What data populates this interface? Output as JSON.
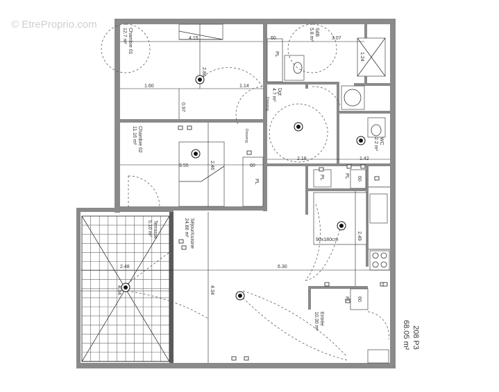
{
  "watermark": "© EtreProprio.com",
  "apartment": {
    "id": "208 P3",
    "area": "68.05 m²"
  },
  "rooms": [
    {
      "key": "chambre1",
      "name": "Chambre 01",
      "area": "12.7 m²"
    },
    {
      "key": "chambre2",
      "name": "Chambre 02",
      "area": "11.16 m²"
    },
    {
      "key": "sejour",
      "name": "Séjour/cuisine",
      "area": "24.86 m²"
    },
    {
      "key": "terrasse",
      "name": "Terrasse",
      "area": "5.10 m²"
    },
    {
      "key": "entree",
      "name": "Entrée",
      "area": "10.30 m²"
    },
    {
      "key": "wc",
      "name": "WC",
      "area": "2.2 m²"
    },
    {
      "key": "sdb",
      "name": "SdB",
      "area": "5.8 m²"
    },
    {
      "key": "degt",
      "name": "Dgt",
      "area": "4.7 m²"
    }
  ],
  "dimensions": {
    "d_415": "4.15",
    "d_160": "1.60",
    "d_114": "1.14",
    "d_286": "2.86",
    "d_097": "0.97",
    "d_060a": "60",
    "d_307": "3.07",
    "d_124": "1.24",
    "d_355": "3.55",
    "d_246": "2.46",
    "d_060b": "60",
    "d_218": "2.18",
    "d_142": "1.42",
    "d_060c": "60",
    "d_249": "2.49",
    "d_060d": "60",
    "d_248": "2.48",
    "d_630": "6.30",
    "d_434": "4.34",
    "d_434b": "4.34"
  },
  "labels": {
    "pl1": "PL",
    "pl2": "PL",
    "pl3": "PL",
    "pl4": "PL",
    "pl5": "PL",
    "shower": "90x180cm",
    "dressing1": "Dressing",
    "dressing2": "Dressing"
  }
}
